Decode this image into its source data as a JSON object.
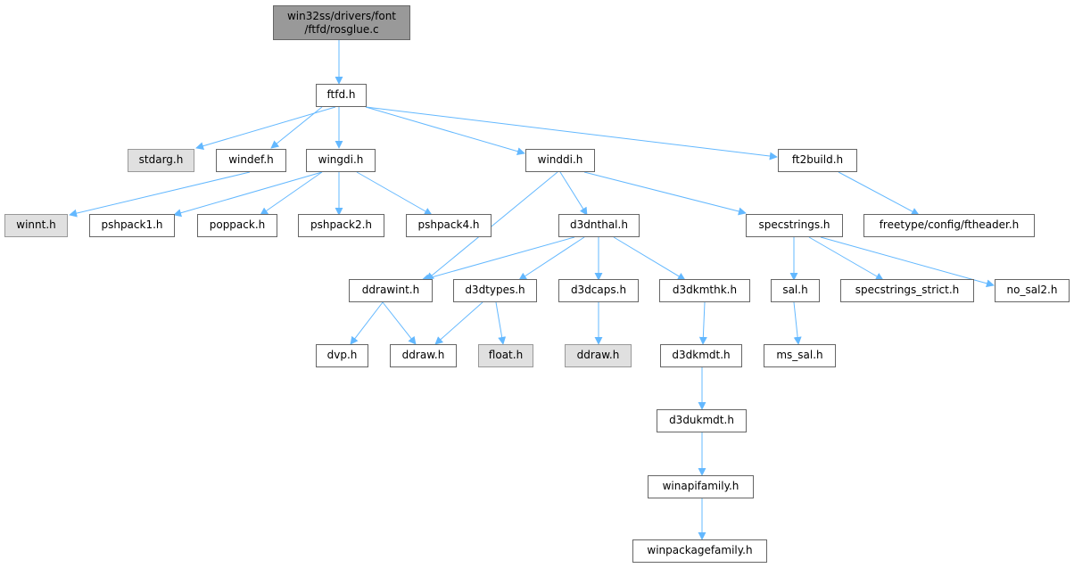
{
  "colors": {
    "edge": "#63b8ff",
    "root_fill": "#999999",
    "system_fill": "#e0e0e0",
    "node_fill": "#ffffff",
    "border": "#666666"
  },
  "nodes": {
    "root": {
      "line1": "win32ss/drivers/font",
      "line2": "/ftfd/rosglue.c"
    },
    "ftfd_h": "ftfd.h",
    "stdarg_h": "stdarg.h",
    "windef_h": "windef.h",
    "wingdi_h": "wingdi.h",
    "winddi_h": "winddi.h",
    "ft2build_h": "ft2build.h",
    "winnt_h": "winnt.h",
    "pshpack1_h": "pshpack1.h",
    "poppack_h": "poppack.h",
    "pshpack2_h": "pshpack2.h",
    "pshpack4_h": "pshpack4.h",
    "d3dnthal_h": "d3dnthal.h",
    "specstrings_h": "specstrings.h",
    "ftheader_h": "freetype/config/ftheader.h",
    "ddrawint_h": "ddrawint.h",
    "d3dtypes_h": "d3dtypes.h",
    "d3dcaps_h": "d3dcaps.h",
    "d3dkmthk_h": "d3dkmthk.h",
    "sal_h": "sal.h",
    "specstrings_strict_h": "specstrings_strict.h",
    "no_sal2_h": "no_sal2.h",
    "dvp_h": "dvp.h",
    "ddraw_h": "ddraw.h",
    "float_h": "float.h",
    "ddraw_h_sys": "ddraw.h",
    "d3dkmdt_h": "d3dkmdt.h",
    "ms_sal_h": "ms_sal.h",
    "d3dukmdt_h": "d3dukmdt.h",
    "winapifamily_h": "winapifamily.h",
    "winpackagefamily_h": "winpackagefamily.h"
  }
}
